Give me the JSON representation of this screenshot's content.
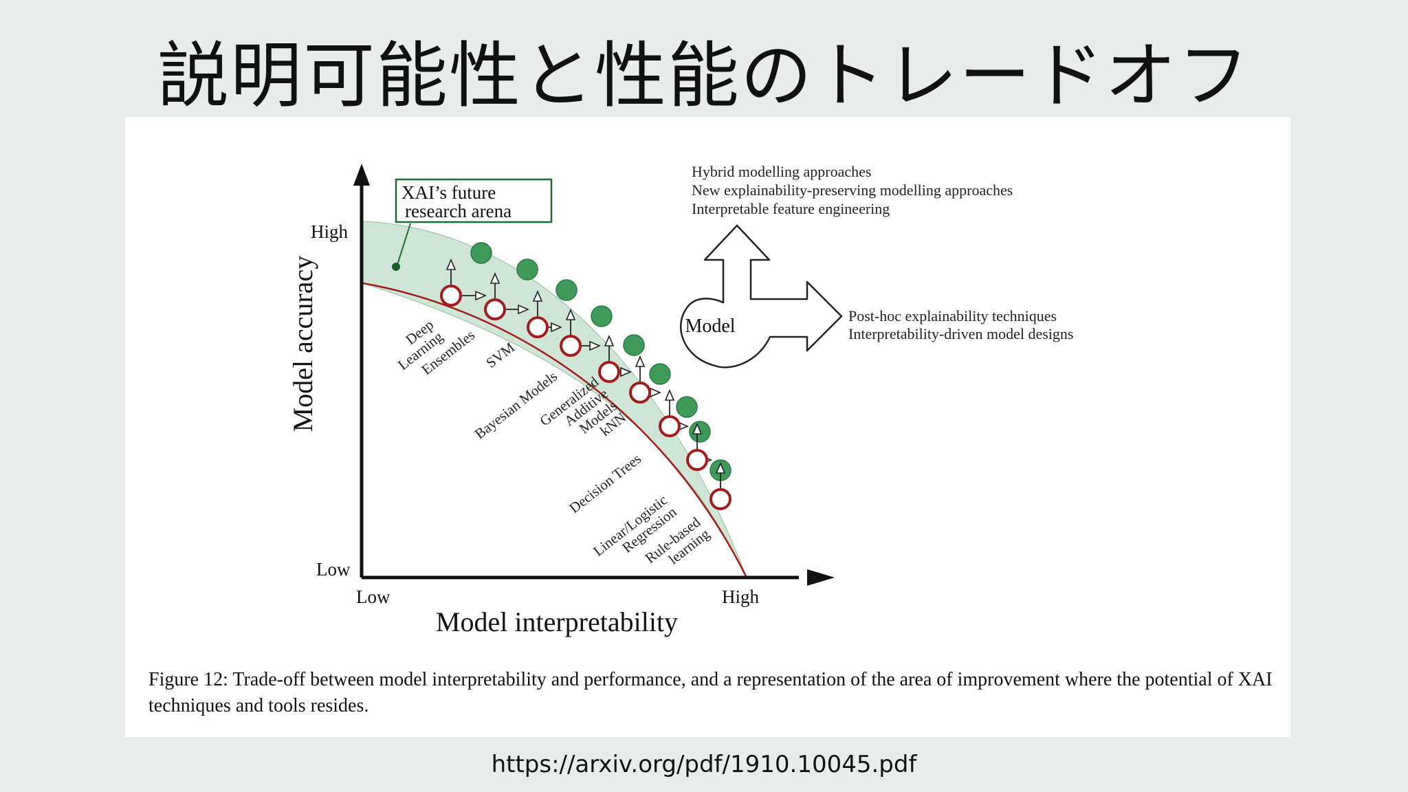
{
  "slide": {
    "title": "説明可能性と性能のトレードオフ",
    "source_url": "https://arxiv.org/pdf/1910.10045.pdf"
  },
  "figure": {
    "y_axis_label": "Model accuracy",
    "x_axis_label": "Model interpretability",
    "y_high": "High",
    "y_low": "Low",
    "x_low": "Low",
    "x_high": "High",
    "future_box_line1": "XAI’s future",
    "future_box_line2": "research arena",
    "upward_notes": [
      "Hybrid modelling approaches",
      "New explainability-preserving modelling approaches",
      "Interpretable feature engineering"
    ],
    "model_label": "Model",
    "rightward_notes": [
      "Post-hoc explainability techniques",
      "Interpretability-driven model designs"
    ],
    "model_families": [
      {
        "lines": [
          "Deep",
          "Learning"
        ]
      },
      {
        "lines": [
          "Ensembles"
        ]
      },
      {
        "lines": [
          "SVM"
        ]
      },
      {
        "lines": [
          "Bayesian Models"
        ]
      },
      {
        "lines": [
          "Generalized",
          "Additive",
          "Models"
        ]
      },
      {
        "lines": [
          "kNN"
        ]
      },
      {
        "lines": [
          "Decision Trees"
        ]
      },
      {
        "lines": [
          "Linear/Logistic",
          "Regression"
        ]
      },
      {
        "lines": [
          "Rule-based",
          "learning"
        ]
      }
    ],
    "caption": "Figure 12: Trade-off between model interpretability and performance, and a representation of the area of improvement where the potential of XAI techniques and tools resides.",
    "colors": {
      "band_fill": "#cfe6d6",
      "future_dot": "#3f9a5a",
      "model_ring": "#a31b1b",
      "frontier_line": "#a31b1b",
      "box_border": "#1f6b35"
    }
  }
}
